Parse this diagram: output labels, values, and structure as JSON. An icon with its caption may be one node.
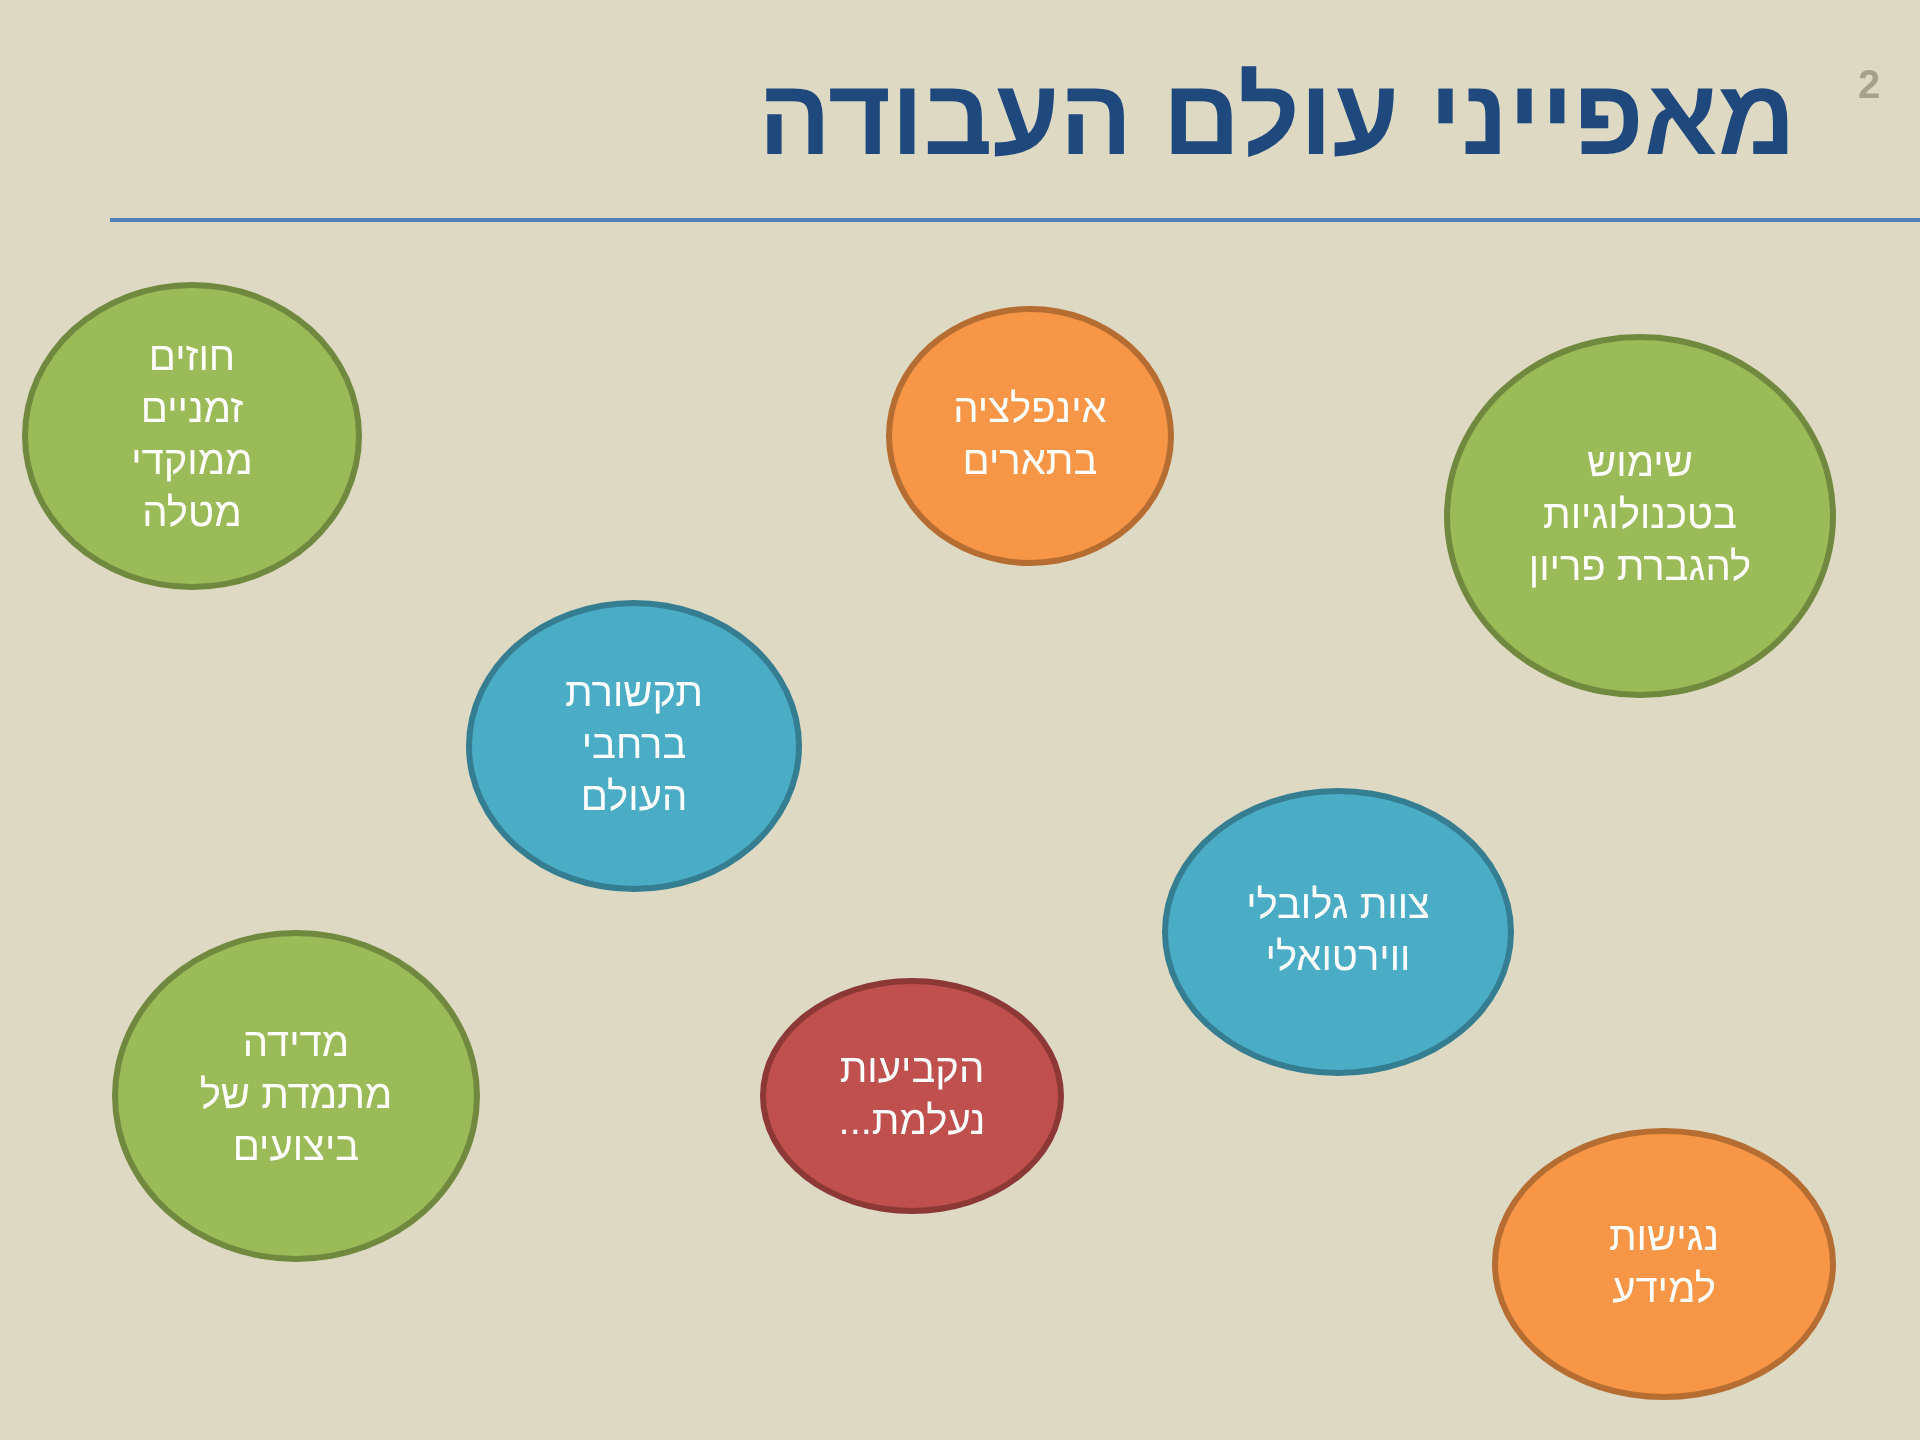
{
  "diagram": {
    "title": "מאפייני עולם העבודה",
    "nodes": [
      {
        "text": [
          "חוזים זמניים ממוקדי מטלה"
        ]
      },
      {
        "text": [
          "אינפלציה בתארים"
        ]
      },
      {
        "text": [
          "שימוש בטכנולוגיות להגברת פריון"
        ]
      },
      {
        "text": [
          "תקשורת ברחבי העולם"
        ]
      },
      {
        "text": [
          "צוות גלובלי ווירטואלי"
        ]
      },
      {
        "text": [
          "מדידה מתמדת של ביצועים"
        ]
      },
      {
        "text": [
          "הקביעות נעלמת..."
        ]
      },
      {
        "text": [
          "נגישות למידע"
        ]
      }
    ],
    "labels": [
      "2"
    ]
  }
}
